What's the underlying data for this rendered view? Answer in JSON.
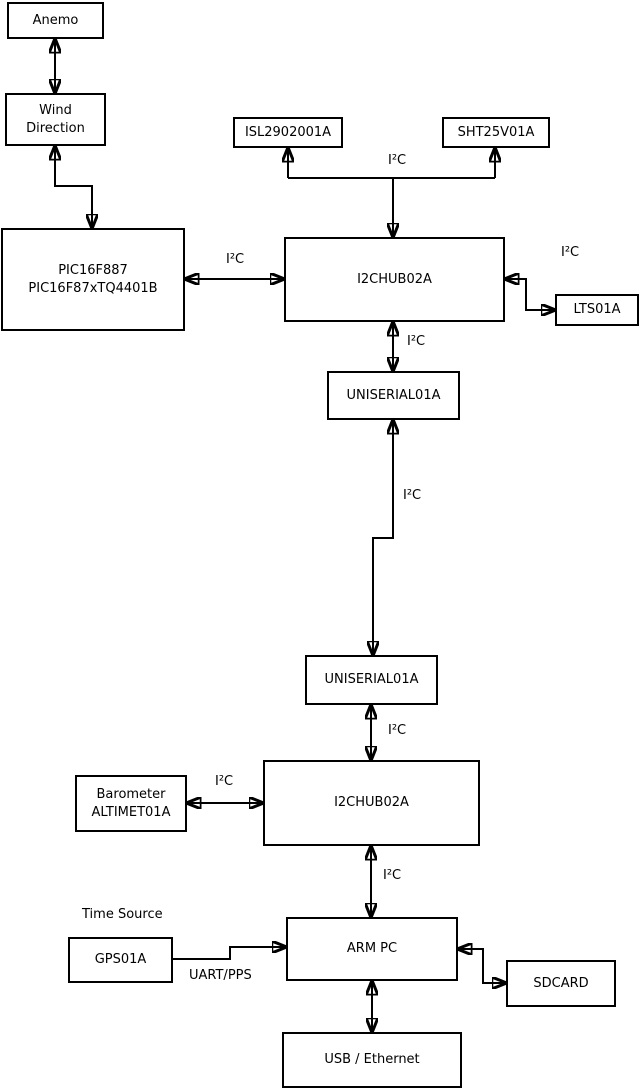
{
  "diagram": {
    "type": "block-diagram",
    "description": "Weather-station hardware wiring diagram",
    "colors": {
      "stroke": "#000000",
      "background": "#ffffff",
      "box_fill": "#ffffff",
      "text": "#000000"
    },
    "nodes": {
      "anemo": {
        "label": "Anemo"
      },
      "wind_direction": {
        "line1": "Wind",
        "line2": "Direction"
      },
      "pic": {
        "line1": "PIC16F887",
        "line2": "PIC16F87xTQ4401B"
      },
      "isl": {
        "label": "ISL2902001A"
      },
      "sht": {
        "label": "SHT25V01A"
      },
      "i2chub_1": {
        "label": "I2CHUB02A"
      },
      "lts": {
        "label": "LTS01A"
      },
      "uniserial_1": {
        "label": "UNISERIAL01A"
      },
      "uniserial_2": {
        "label": "UNISERIAL01A"
      },
      "i2chub_2": {
        "label": "I2CHUB02A"
      },
      "barometer": {
        "line1": "Barometer",
        "line2": "ALTIMET01A"
      },
      "arm_pc": {
        "label": "ARM PC"
      },
      "gps": {
        "label": "GPS01A"
      },
      "sdcard": {
        "label": "SDCARD"
      },
      "usb_ethernet": {
        "label": "USB / Ethernet"
      }
    },
    "edge_labels": {
      "i2c_top": "I²C",
      "i2c_pic_hub1": "I²C",
      "i2c_hub1_lts": "I²C",
      "i2c_hub1_uniserial1": "I²C",
      "i2c_uniserial_link": "I²C",
      "i2c_uniserial2_hub2": "I²C",
      "i2c_barometer_hub2": "I²C",
      "i2c_hub2_armpc": "I²C",
      "time_source": "Time Source",
      "uart_pps": "UART/PPS"
    },
    "connections": [
      {
        "from": "anemo",
        "to": "wind_direction",
        "bidirectional": true
      },
      {
        "from": "wind_direction",
        "to": "pic",
        "bidirectional": true
      },
      {
        "from": "pic",
        "to": "i2chub_1",
        "bidirectional": true,
        "label": "I²C"
      },
      {
        "from": "i2chub_1",
        "to": "isl",
        "bidirectional": false,
        "label": "I²C"
      },
      {
        "from": "i2chub_1",
        "to": "sht",
        "bidirectional": false,
        "label": "I²C"
      },
      {
        "from": "i2chub_1",
        "to": "lts",
        "bidirectional": true,
        "label": "I²C"
      },
      {
        "from": "i2chub_1",
        "to": "uniserial_1",
        "bidirectional": true,
        "label": "I²C"
      },
      {
        "from": "uniserial_1",
        "to": "uniserial_2",
        "bidirectional": true,
        "label": "I²C"
      },
      {
        "from": "uniserial_2",
        "to": "i2chub_2",
        "bidirectional": true,
        "label": "I²C"
      },
      {
        "from": "barometer",
        "to": "i2chub_2",
        "bidirectional": true,
        "label": "I²C"
      },
      {
        "from": "i2chub_2",
        "to": "arm_pc",
        "bidirectional": true,
        "label": "I²C"
      },
      {
        "from": "gps",
        "to": "arm_pc",
        "bidirectional": false,
        "label": "UART/PPS"
      },
      {
        "from": "arm_pc",
        "to": "sdcard",
        "bidirectional": true
      },
      {
        "from": "arm_pc",
        "to": "usb_ethernet",
        "bidirectional": true
      }
    ]
  }
}
